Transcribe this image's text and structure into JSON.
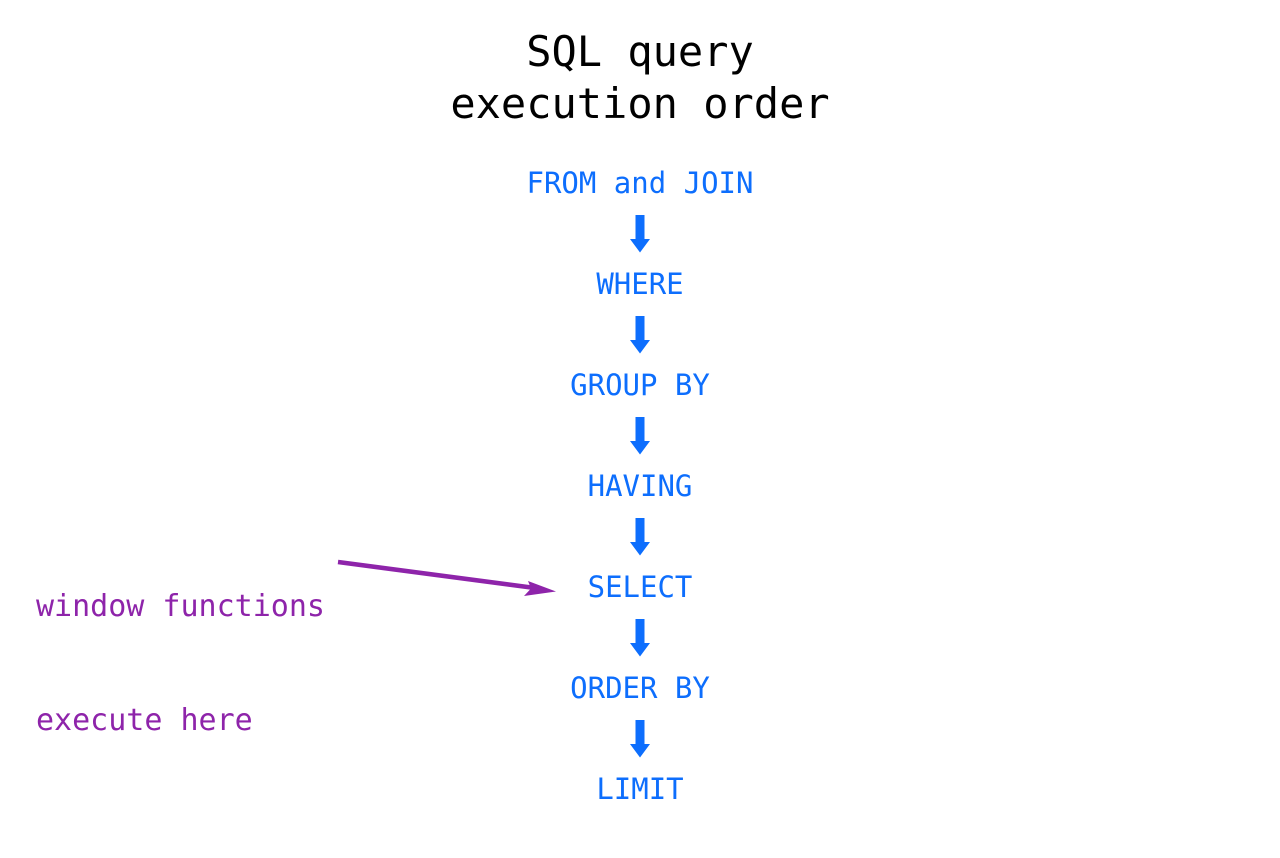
{
  "diagram": {
    "title": {
      "line1": "SQL query",
      "line2": "execution order"
    },
    "colors": {
      "node_blue": "#0d6efd",
      "arrow_blue": "#0d6efd",
      "annotation_purple": "#8e24aa",
      "title_black": "#000000",
      "background": "#ffffff"
    },
    "nodes": [
      {
        "label": "FROM and JOIN"
      },
      {
        "label": "WHERE"
      },
      {
        "label": "GROUP BY"
      },
      {
        "label": "HAVING"
      },
      {
        "label": "SELECT"
      },
      {
        "label": "ORDER BY"
      },
      {
        "label": "LIMIT"
      }
    ],
    "connector_icon": "down-arrow-icon",
    "annotation": {
      "line1": "window functions",
      "line2": "execute here",
      "points_to": "SELECT",
      "arrow_icon": "annotation-arrow-icon"
    }
  }
}
